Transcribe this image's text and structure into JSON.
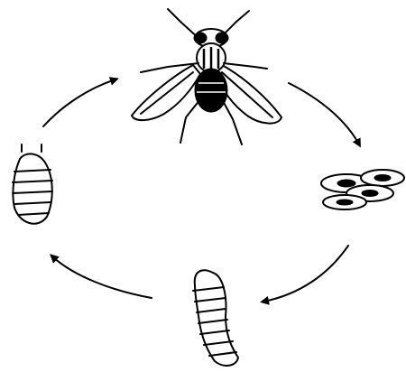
{
  "diagram": {
    "type": "life-cycle",
    "stages": [
      {
        "id": "adult",
        "icon": "adult-fly-icon"
      },
      {
        "id": "eggs",
        "icon": "eggs-icon"
      },
      {
        "id": "larva",
        "icon": "larva-icon"
      },
      {
        "id": "pupa",
        "icon": "pupa-icon"
      }
    ],
    "flow": [
      "adult",
      "eggs",
      "larva",
      "pupa",
      "adult"
    ],
    "arrow_direction": "clockwise",
    "ink_color": "#000000",
    "background_color": "#ffffff"
  }
}
